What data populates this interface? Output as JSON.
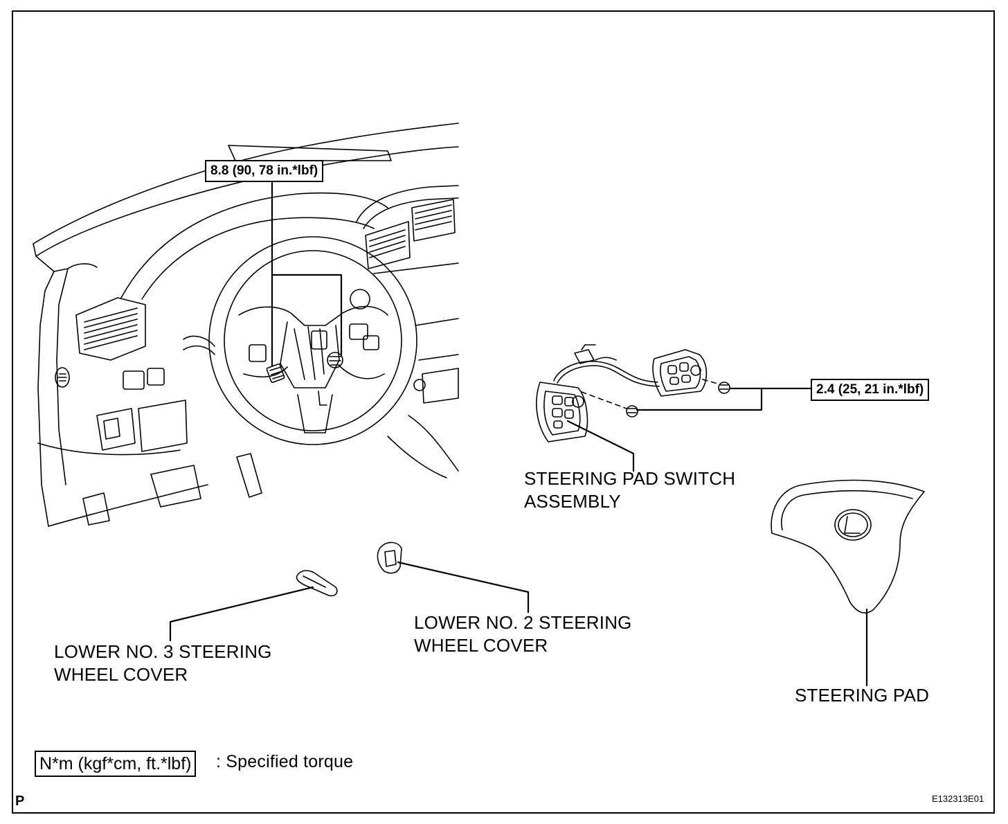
{
  "torque_callouts": {
    "steering_wheel": "8.8 (90, 78 in.*lbf)",
    "pad_switch": "2.4 (25, 21 in.*lbf)"
  },
  "parts": {
    "pad_switch_line1": "STEERING PAD SWITCH",
    "pad_switch_line2": "ASSEMBLY",
    "steering_pad": "STEERING PAD",
    "lower_no2_line1": "LOWER NO. 2 STEERING",
    "lower_no2_line2": "WHEEL COVER",
    "lower_no3_line1": "LOWER NO. 3 STEERING",
    "lower_no3_line2": "WHEEL COVER"
  },
  "legend": {
    "unit_box": "N*m (kgf*cm, ft.*lbf)",
    "description": ": Specified torque"
  },
  "footer": {
    "page_mark": "P",
    "figure_code": "E132313E01"
  },
  "icons": [
    "lexus-emblem-icon",
    "bolt-icon",
    "screw-icon"
  ]
}
